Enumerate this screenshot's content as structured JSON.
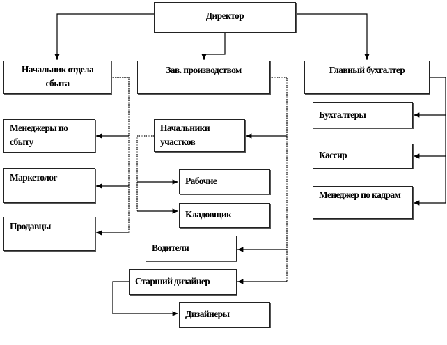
{
  "nodes": {
    "director": "Директор",
    "sales_head": "Начальник отдела сбыта",
    "production_head": "Зав. производством",
    "chief_accountant": "Главный бухгалтер",
    "sales_managers": "Менеджеры по сбыту",
    "marketer": "Маркетолог",
    "sellers": "Продавцы",
    "section_heads": "Начальники участков",
    "workers": "Рабочие",
    "storekeeper": "Кладовщик",
    "drivers": "Водители",
    "senior_designer": "Старший дизайнер",
    "designers": "Дизайнеры",
    "accountants": "Бухгалтеры",
    "cashier": "Кассир",
    "hr_manager": "Менеджер по кадрам"
  }
}
